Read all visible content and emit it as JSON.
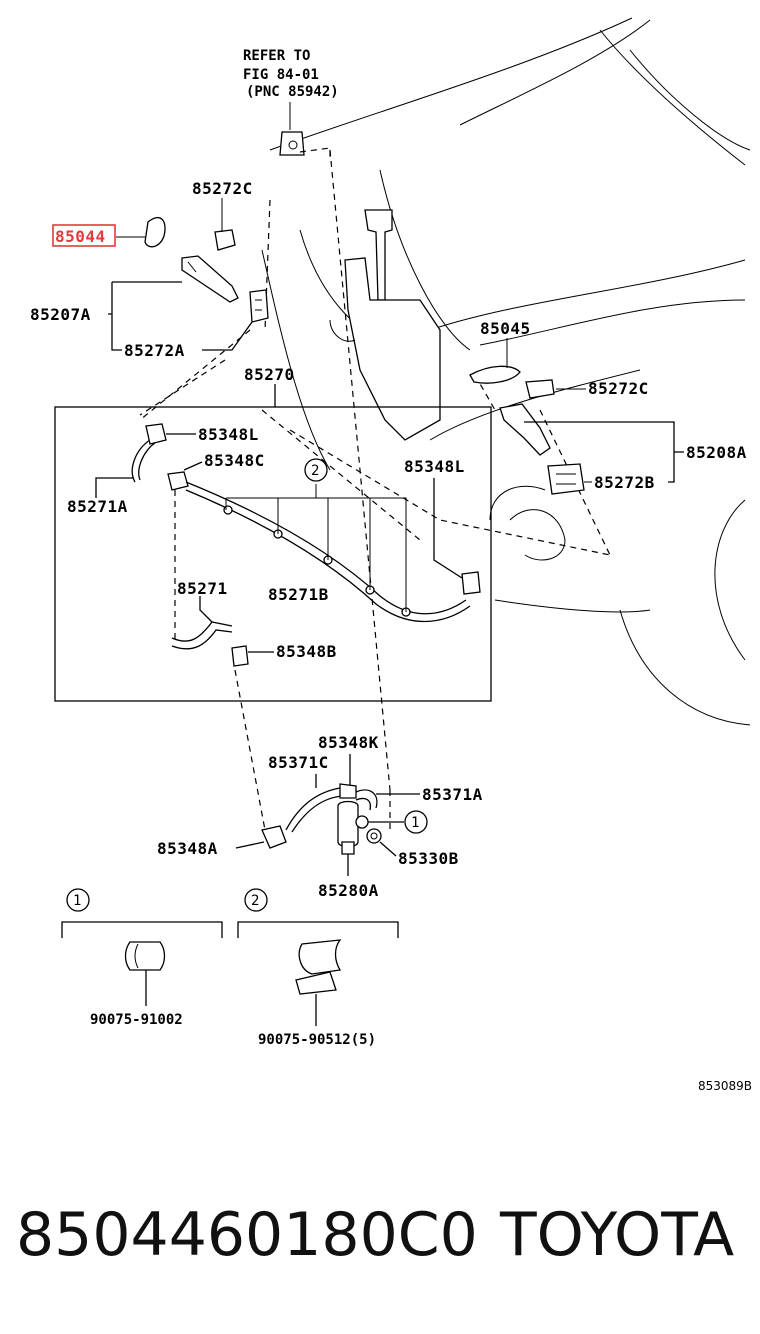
{
  "diagram": {
    "refer": {
      "line1": "REFER TO",
      "line2": "FIG 84-01",
      "line3": "(PNC 85942)"
    },
    "labels": {
      "l85272c_top": "85272C",
      "l85044": "85044",
      "l85207a": "85207A",
      "l85272a": "85272A",
      "l85270": "85270",
      "l85045": "85045",
      "l85272c_right": "85272C",
      "l85348l_top": "85348L",
      "l85348c": "85348C",
      "l85348l_right": "85348L",
      "l85208a": "85208A",
      "l85271a": "85271A",
      "l85272b": "85272B",
      "l85271b": "85271B",
      "l85271": "85271",
      "l85348b": "85348B",
      "l85348k": "85348K",
      "l85371c": "85371C",
      "l85371a": "85371A",
      "l85348a": "85348A",
      "l85330b": "85330B",
      "l85280a": "85280A",
      "l90075_91002": "90075-91002",
      "l90075_90512": "90075-90512(5)",
      "ref_code": "853089B"
    },
    "callouts": {
      "c1_detail": "1",
      "c2_upper": "2",
      "legend1": "1",
      "legend2": "2"
    },
    "highlight_color": "#e23b3b"
  },
  "caption": {
    "part_number": "8504460180C0",
    "brand": "TOYOTA"
  }
}
